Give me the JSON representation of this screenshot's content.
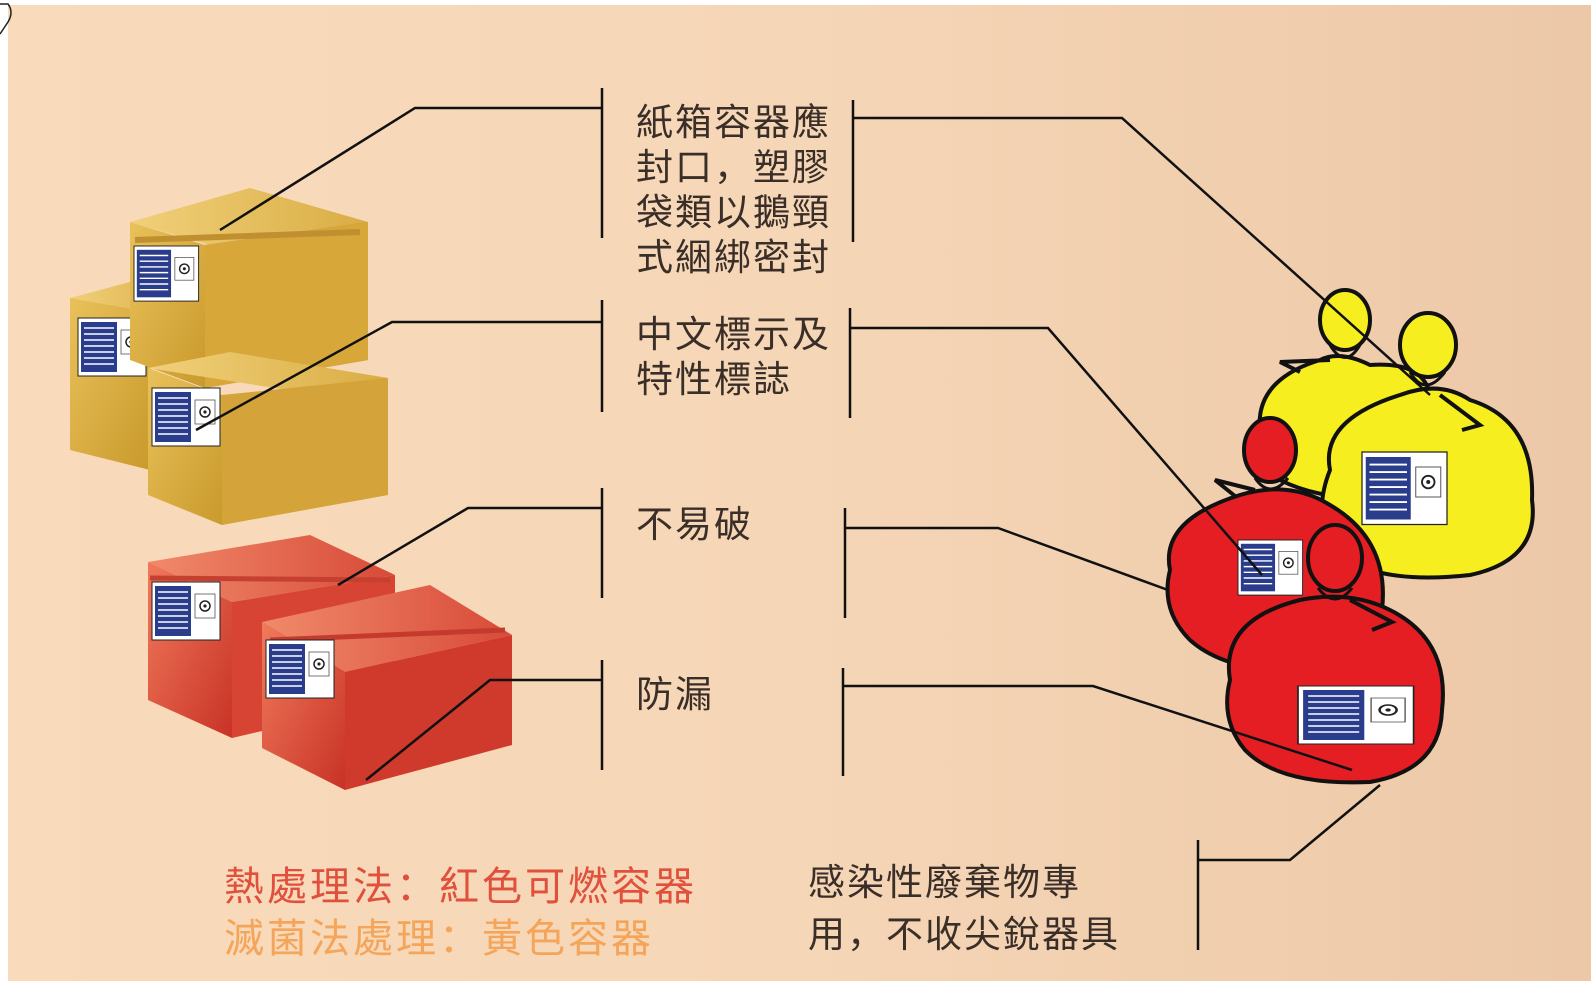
{
  "labels": {
    "seal": [
      "紙箱容器應",
      "封口，塑膠",
      "袋類以鵝頸",
      "式綑綁密封"
    ],
    "marking": [
      "中文標示及",
      "特性標誌"
    ],
    "unbreakable": [
      "不易破"
    ],
    "leakproof": [
      "防漏"
    ],
    "infectious_only": [
      "感染性廢棄物專",
      "用，不收尖銳器具"
    ]
  },
  "legend": {
    "red_text": "熱處理法：紅色可燃容器",
    "yellow_text": "滅菌法處理：黃色容器"
  },
  "colors": {
    "background": "#f5d6b6",
    "red_legend": "#e0503c",
    "yellow_legend": "#f4a55a",
    "cardboard_box": "#d8ac3c",
    "red_box": "#e24c3c",
    "yellow_bag": "#f6ee1e",
    "red_bag": "#e41e23"
  },
  "icons": [
    "cardboard-box-icon",
    "red-box-icon",
    "yellow-waste-bag-icon",
    "red-waste-bag-icon",
    "biohazard-label-icon"
  ]
}
